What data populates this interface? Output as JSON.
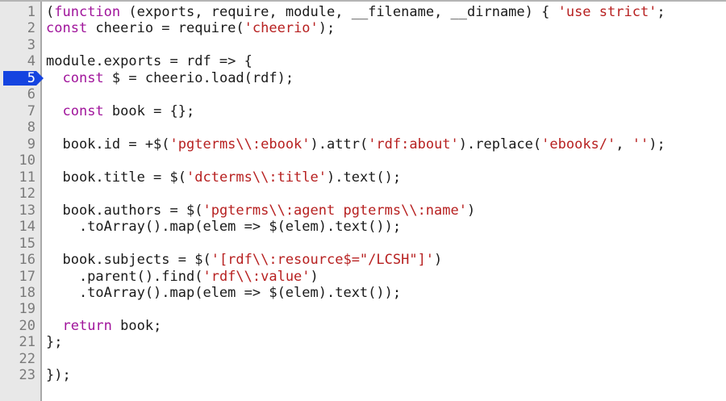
{
  "editor": {
    "language": "javascript",
    "current_line": 5,
    "total_lines": 23,
    "colors": {
      "background": "#ffffff",
      "gutter_background": "#e8e8e8",
      "gutter_border": "#a8a8a8",
      "line_number": "#7a7a7a",
      "text": "#1a1a1a",
      "keyword": "#a0149b",
      "string": "#b72020",
      "execution_marker": "#1544e0",
      "execution_marker_text": "#ffffff"
    }
  },
  "gutter": {
    "line_numbers": [
      "1",
      "2",
      "3",
      "4",
      "5",
      "6",
      "7",
      "8",
      "9",
      "10",
      "11",
      "12",
      "13",
      "14",
      "15",
      "16",
      "17",
      "18",
      "19",
      "20",
      "21",
      "22",
      "23"
    ]
  },
  "code": {
    "lines": [
      {
        "n": 1,
        "tokens": [
          {
            "t": "plain",
            "s": "("
          },
          {
            "t": "keyword",
            "s": "function"
          },
          {
            "t": "plain",
            "s": " (exports, require, module, __filename, __dirname) { "
          },
          {
            "t": "string",
            "s": "'use strict'"
          },
          {
            "t": "plain",
            "s": ";"
          }
        ]
      },
      {
        "n": 2,
        "tokens": [
          {
            "t": "keyword",
            "s": "const"
          },
          {
            "t": "plain",
            "s": " cheerio = require("
          },
          {
            "t": "string",
            "s": "'cheerio'"
          },
          {
            "t": "plain",
            "s": ");"
          }
        ]
      },
      {
        "n": 3,
        "tokens": []
      },
      {
        "n": 4,
        "tokens": [
          {
            "t": "plain",
            "s": "module.exports = rdf => {"
          }
        ]
      },
      {
        "n": 5,
        "tokens": [
          {
            "t": "plain",
            "s": "  "
          },
          {
            "t": "keyword",
            "s": "const"
          },
          {
            "t": "plain",
            "s": " $ = cheerio.load(rdf);"
          }
        ]
      },
      {
        "n": 6,
        "tokens": []
      },
      {
        "n": 7,
        "tokens": [
          {
            "t": "plain",
            "s": "  "
          },
          {
            "t": "keyword",
            "s": "const"
          },
          {
            "t": "plain",
            "s": " book = {};"
          }
        ]
      },
      {
        "n": 8,
        "tokens": []
      },
      {
        "n": 9,
        "tokens": [
          {
            "t": "plain",
            "s": "  book.id = +$("
          },
          {
            "t": "string",
            "s": "'pgterms\\\\:ebook'"
          },
          {
            "t": "plain",
            "s": ").attr("
          },
          {
            "t": "string",
            "s": "'rdf:about'"
          },
          {
            "t": "plain",
            "s": ").replace("
          },
          {
            "t": "string",
            "s": "'ebooks/'"
          },
          {
            "t": "plain",
            "s": ", "
          },
          {
            "t": "string",
            "s": "''"
          },
          {
            "t": "plain",
            "s": ");"
          }
        ]
      },
      {
        "n": 10,
        "tokens": []
      },
      {
        "n": 11,
        "tokens": [
          {
            "t": "plain",
            "s": "  book.title = $("
          },
          {
            "t": "string",
            "s": "'dcterms\\\\:title'"
          },
          {
            "t": "plain",
            "s": ").text();"
          }
        ]
      },
      {
        "n": 12,
        "tokens": []
      },
      {
        "n": 13,
        "tokens": [
          {
            "t": "plain",
            "s": "  book.authors = $("
          },
          {
            "t": "string",
            "s": "'pgterms\\\\:agent pgterms\\\\:name'"
          },
          {
            "t": "plain",
            "s": ")"
          }
        ]
      },
      {
        "n": 14,
        "tokens": [
          {
            "t": "plain",
            "s": "    .toArray().map(elem => $(elem).text());"
          }
        ]
      },
      {
        "n": 15,
        "tokens": []
      },
      {
        "n": 16,
        "tokens": [
          {
            "t": "plain",
            "s": "  book.subjects = $("
          },
          {
            "t": "string",
            "s": "'[rdf\\\\:resource$=\"/LCSH\"]'"
          },
          {
            "t": "plain",
            "s": ")"
          }
        ]
      },
      {
        "n": 17,
        "tokens": [
          {
            "t": "plain",
            "s": "    .parent().find("
          },
          {
            "t": "string",
            "s": "'rdf\\\\:value'"
          },
          {
            "t": "plain",
            "s": ")"
          }
        ]
      },
      {
        "n": 18,
        "tokens": [
          {
            "t": "plain",
            "s": "    .toArray().map(elem => $(elem).text());"
          }
        ]
      },
      {
        "n": 19,
        "tokens": []
      },
      {
        "n": 20,
        "tokens": [
          {
            "t": "plain",
            "s": "  "
          },
          {
            "t": "keyword",
            "s": "return"
          },
          {
            "t": "plain",
            "s": " book;"
          }
        ]
      },
      {
        "n": 21,
        "tokens": [
          {
            "t": "plain",
            "s": "};"
          }
        ]
      },
      {
        "n": 22,
        "tokens": []
      },
      {
        "n": 23,
        "tokens": [
          {
            "t": "plain",
            "s": "});"
          }
        ]
      }
    ]
  }
}
